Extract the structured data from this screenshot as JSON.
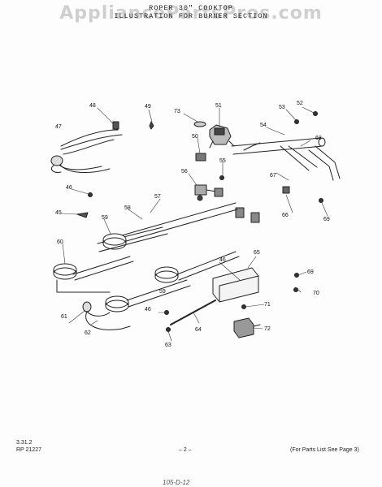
{
  "header": {
    "watermark": "AppliancePartsPros.com",
    "title_line1": "ROPER 30\" COOKTOP",
    "title_line2": "ILLUSTRATION FOR BURNER SECTION"
  },
  "callouts": {
    "c45": "45",
    "c46a": "46",
    "c46b": "46",
    "c46c": "46",
    "c47": "47",
    "c48": "48",
    "c49": "49",
    "c50": "50",
    "c51": "51",
    "c52": "52",
    "c53": "53",
    "c54": "54",
    "c55": "55",
    "c56": "56",
    "c57": "57",
    "c58": "58",
    "c59a": "59",
    "c59b": "59",
    "c60": "60",
    "c61": "61",
    "c62": "62",
    "c63": "63",
    "c64": "64",
    "c65": "65",
    "c66": "66",
    "c67": "67",
    "c68": "68",
    "c69a": "69",
    "c69b": "69",
    "c70": "70",
    "c71": "71",
    "c72": "72",
    "c73": "73"
  },
  "footer": {
    "code1": "3.31.2",
    "code2": "RP 21227",
    "page": "– 2 –",
    "note": "(For Parts List See Page 3)",
    "handwritten": "105-D-12"
  }
}
